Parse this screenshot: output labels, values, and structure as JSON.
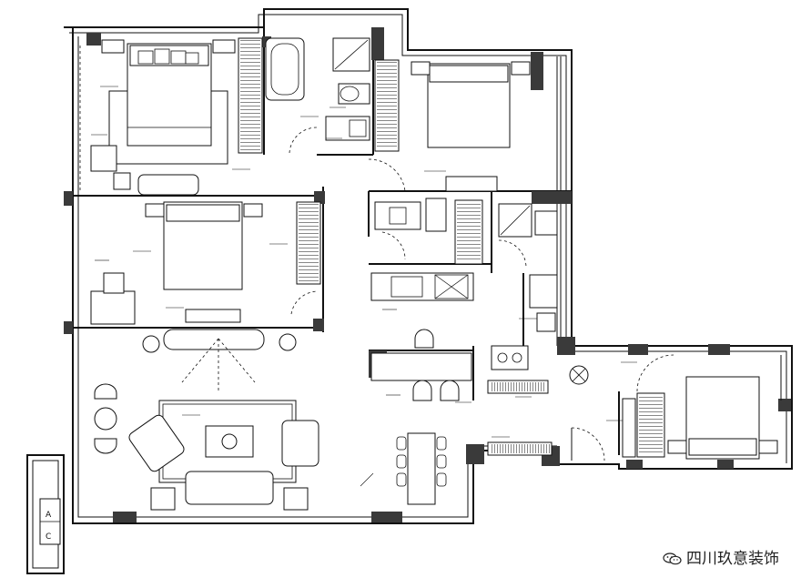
{
  "plan": {
    "ac_unit": {
      "letters": [
        "A",
        "C"
      ]
    }
  },
  "watermark": {
    "icon": "wechat-icon",
    "text": "四川玖意装饰"
  }
}
